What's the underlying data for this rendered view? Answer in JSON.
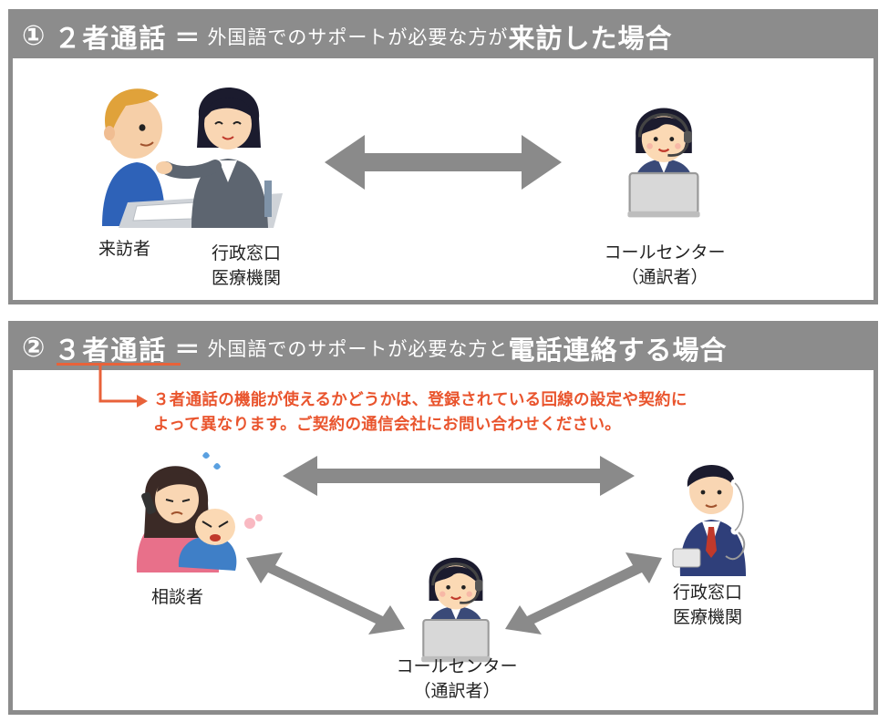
{
  "section1": {
    "number": "①",
    "title_main": "２者通話",
    "equals": "＝",
    "title_mid": "外国語でのサポートが必要な方が",
    "title_emph": "来訪した場合",
    "labels": {
      "visitor": "来訪者",
      "office_line1": "行政窓口",
      "office_line2": "医療機関",
      "callcenter_line1": "コールセンター",
      "callcenter_line2": "（通訳者）"
    }
  },
  "section2": {
    "number": "②",
    "title_main": "３者通話",
    "equals": "＝",
    "title_mid": "外国語でのサポートが必要な方と",
    "title_emph": "電話連絡する場合",
    "note_line1": "３者通話の機能が使えるかどうかは、登録されている回線の設定や契約に",
    "note_line2": "よって異なります。ご契約の通信会社にお問い合わせください。",
    "labels": {
      "consultant": "相談者",
      "office_line1": "行政窓口",
      "office_line2": "医療機関",
      "callcenter_line1": "コールセンター",
      "callcenter_line2": "（通訳者）"
    }
  },
  "colors": {
    "header_gray": "#8c8c8c",
    "arrow_gray": "#8a8a8a",
    "accent_orange": "#e8623a"
  }
}
